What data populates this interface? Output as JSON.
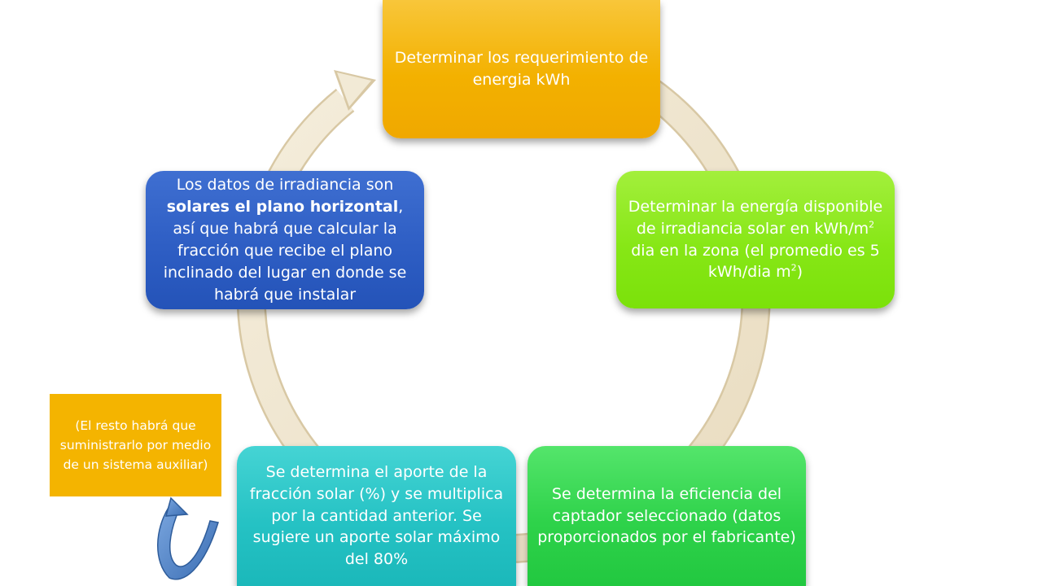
{
  "colors": {
    "ring": "#f0e6cf",
    "top": "#f3b100",
    "right": "#87e716",
    "bottom_right": "#2ed24a",
    "bottom_left": "#25c2c4",
    "left": "#2e5ec4",
    "note": "#f4b400",
    "curved_arrow": "#4a7fc0"
  },
  "steps": {
    "top": {
      "text": "Determinar los requerimiento de energia kWh"
    },
    "right": {
      "part1": "Determinar la energía disponible de irradiancia solar en kWh/m",
      "sup1": "2",
      "part2": " dia en la zona (el promedio es 5 kWh/dia m",
      "sup2": "2",
      "part3": ")"
    },
    "bottom_right": {
      "text": "Se determina la eficiencia del captador seleccionado (datos proporcionados por el fabricante)"
    },
    "bottom_left": {
      "text": "Se determina el aporte de la fracción solar (%) y se multiplica por la cantidad anterior. Se sugiere un aporte solar máximo del 80%"
    },
    "left": {
      "part1": "Los datos de irradiancia son ",
      "bold": "solares el plano horizontal",
      "part2": ", así que habrá que calcular la fracción que recibe el plano inclinado del lugar en donde se habrá que instalar"
    }
  },
  "note": {
    "text": "(El resto habrá que suministrarlo por medio de un sistema auxiliar)"
  },
  "icons": {
    "cycle_arrow": "cycle-arrow-icon",
    "curved_arrow": "curved-arrow-icon"
  }
}
